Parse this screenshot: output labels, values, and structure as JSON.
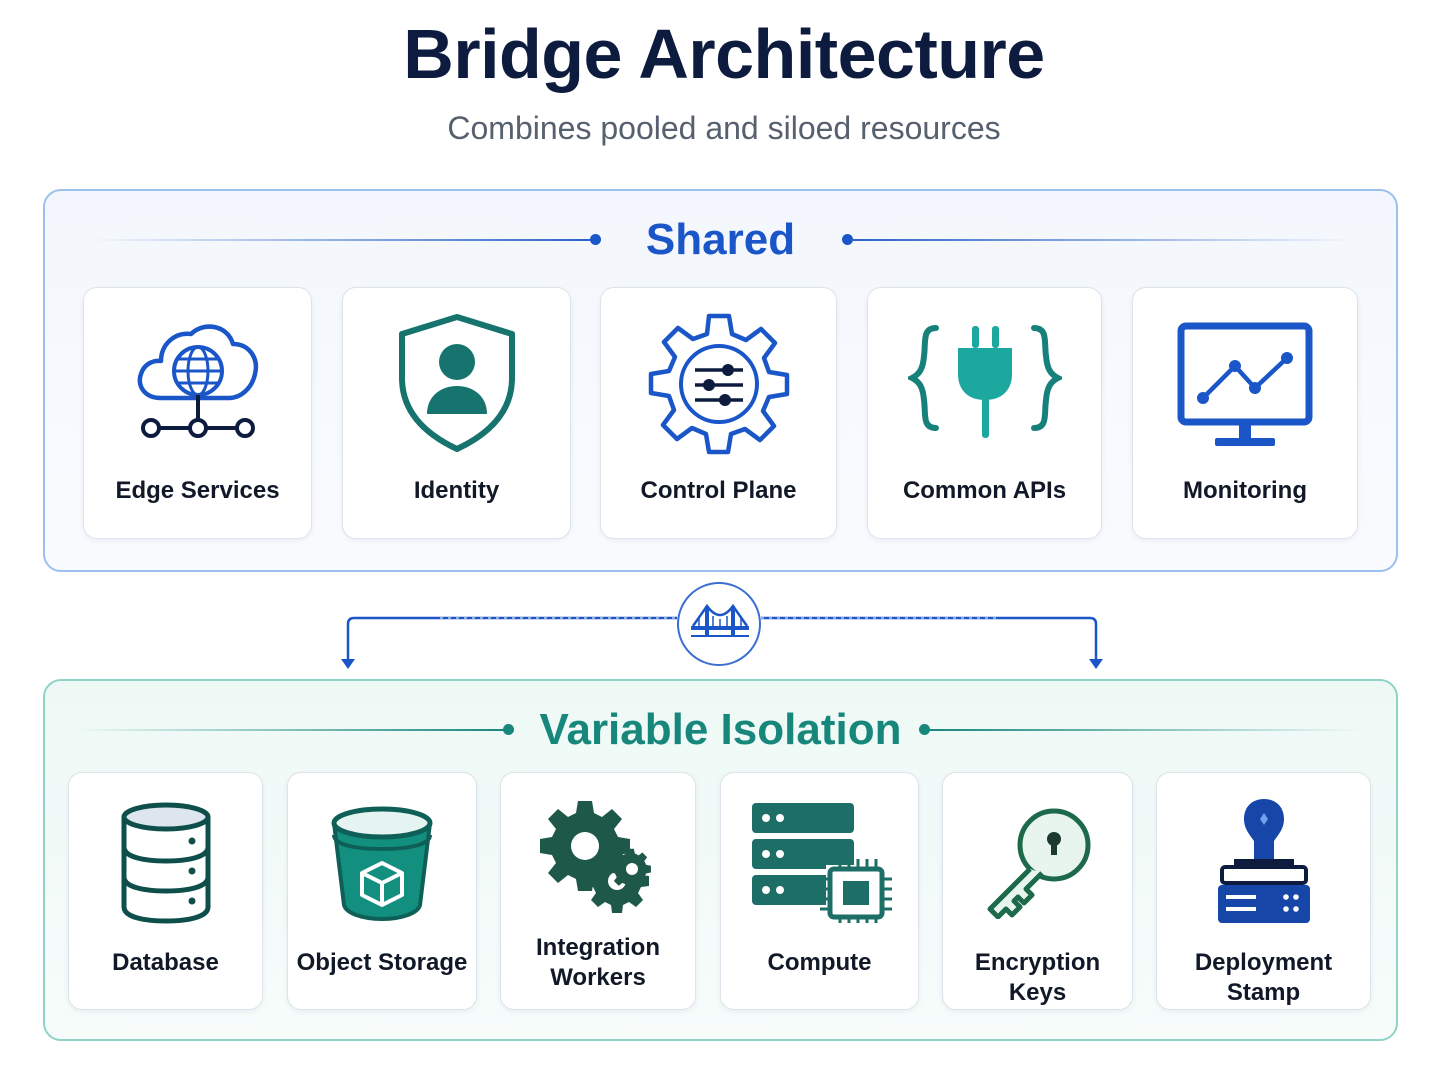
{
  "header": {
    "title": "Bridge Architecture",
    "subtitle": "Combines pooled and siloed resources"
  },
  "shared": {
    "heading": "Shared",
    "accent": "#1a56c8",
    "items": [
      {
        "label": "Edge Services",
        "icon": "cloud-network-icon"
      },
      {
        "label": "Identity",
        "icon": "shield-user-icon"
      },
      {
        "label": "Control Plane",
        "icon": "gear-sliders-icon"
      },
      {
        "label": "Common APIs",
        "icon": "api-plug-icon"
      },
      {
        "label": "Monitoring",
        "icon": "monitor-chart-icon"
      }
    ]
  },
  "connector": {
    "icon": "bridge-icon",
    "color": "#1a56c8"
  },
  "isolation": {
    "heading": "Variable Isolation",
    "accent": "#17877c",
    "items": [
      {
        "label": "Database",
        "icon": "database-icon"
      },
      {
        "label": "Object Storage",
        "icon": "storage-bucket-icon"
      },
      {
        "label": "Integration Workers",
        "label_line1": "Integration",
        "label_line2": "Workers",
        "icon": "gears-icon"
      },
      {
        "label": "Compute",
        "icon": "server-chip-icon"
      },
      {
        "label": "Encryption Keys",
        "icon": "key-icon"
      },
      {
        "label": "Deployment Stamp",
        "icon": "stamp-icon"
      }
    ]
  }
}
